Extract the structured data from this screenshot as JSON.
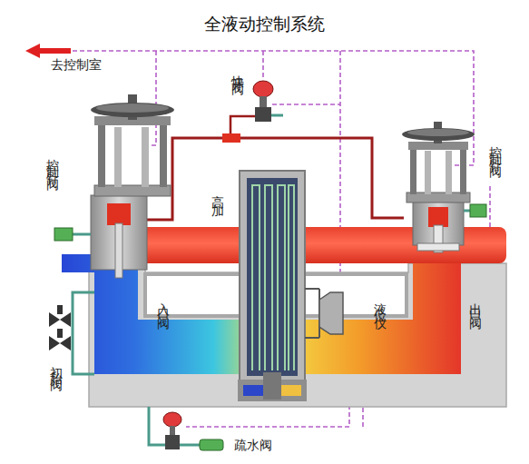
{
  "diagram": {
    "title": "全液动控制系统",
    "labels": [
      "去控制室",
      "快开阀",
      "控制针阀",
      "控制针阀",
      "高加",
      "入口阀",
      "液位仪",
      "出口阀",
      "初始阀",
      "疏水阀"
    ]
  }
}
